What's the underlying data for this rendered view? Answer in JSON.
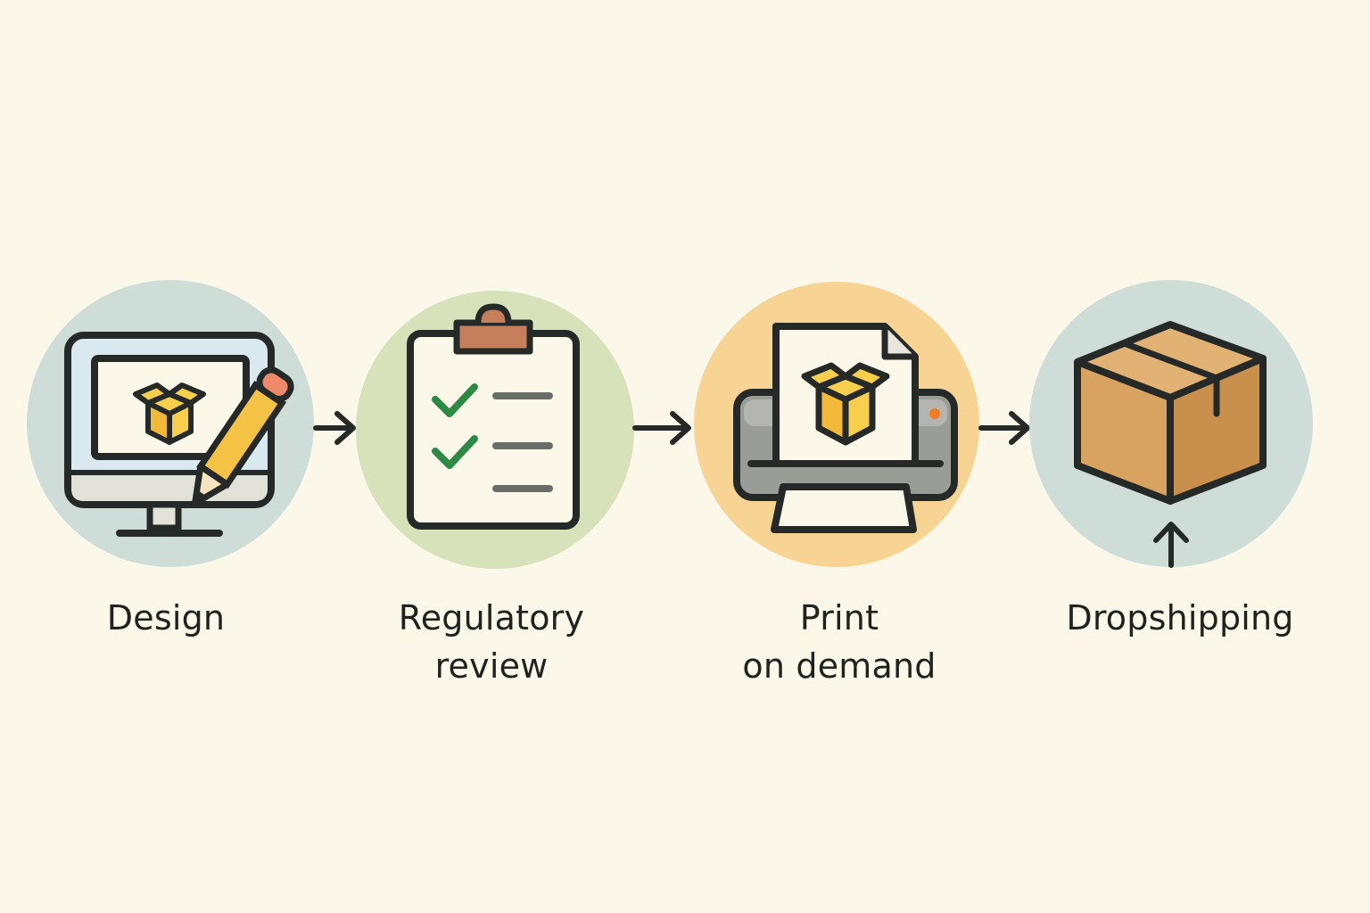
{
  "colors": {
    "background": "#fbf8ea",
    "outline": "#252a28",
    "design_circle": "#cfddd8",
    "review_circle": "#d7e2bb",
    "print_circle": "#f8d494",
    "ship_circle": "#cfddd8",
    "box_yellow": "#f2b93b",
    "box_yellow_light": "#f7cf4c",
    "check_green": "#2c8a44",
    "clip_brown": "#c57f5a",
    "cardboard": "#d8a260",
    "cardboard_side": "#c98f4c",
    "printer_gray": "#9a9c97",
    "pencil_yellow": "#f4c244",
    "eraser_pink": "#ee8a6a",
    "screen_blue": "#d9e9ef"
  },
  "steps": [
    {
      "id": "design",
      "label_line1": "Design",
      "label_line2": "",
      "icon": "computer-pencil-icon"
    },
    {
      "id": "review",
      "label_line1": "Regulatory",
      "label_line2": "review",
      "icon": "clipboard-checklist-icon"
    },
    {
      "id": "print",
      "label_line1": "Print",
      "label_line2": "on demand",
      "icon": "printer-icon"
    },
    {
      "id": "ship",
      "label_line1": "Dropshipping",
      "label_line2": "",
      "icon": "cardboard-box-icon"
    }
  ],
  "arrows": [
    {
      "from": "design",
      "to": "review",
      "icon": "arrow-right-icon"
    },
    {
      "from": "review",
      "to": "print",
      "icon": "arrow-right-icon"
    },
    {
      "from": "print",
      "to": "ship",
      "icon": "arrow-right-icon"
    },
    {
      "from": "ship",
      "direction": "up",
      "icon": "arrow-up-icon"
    }
  ]
}
